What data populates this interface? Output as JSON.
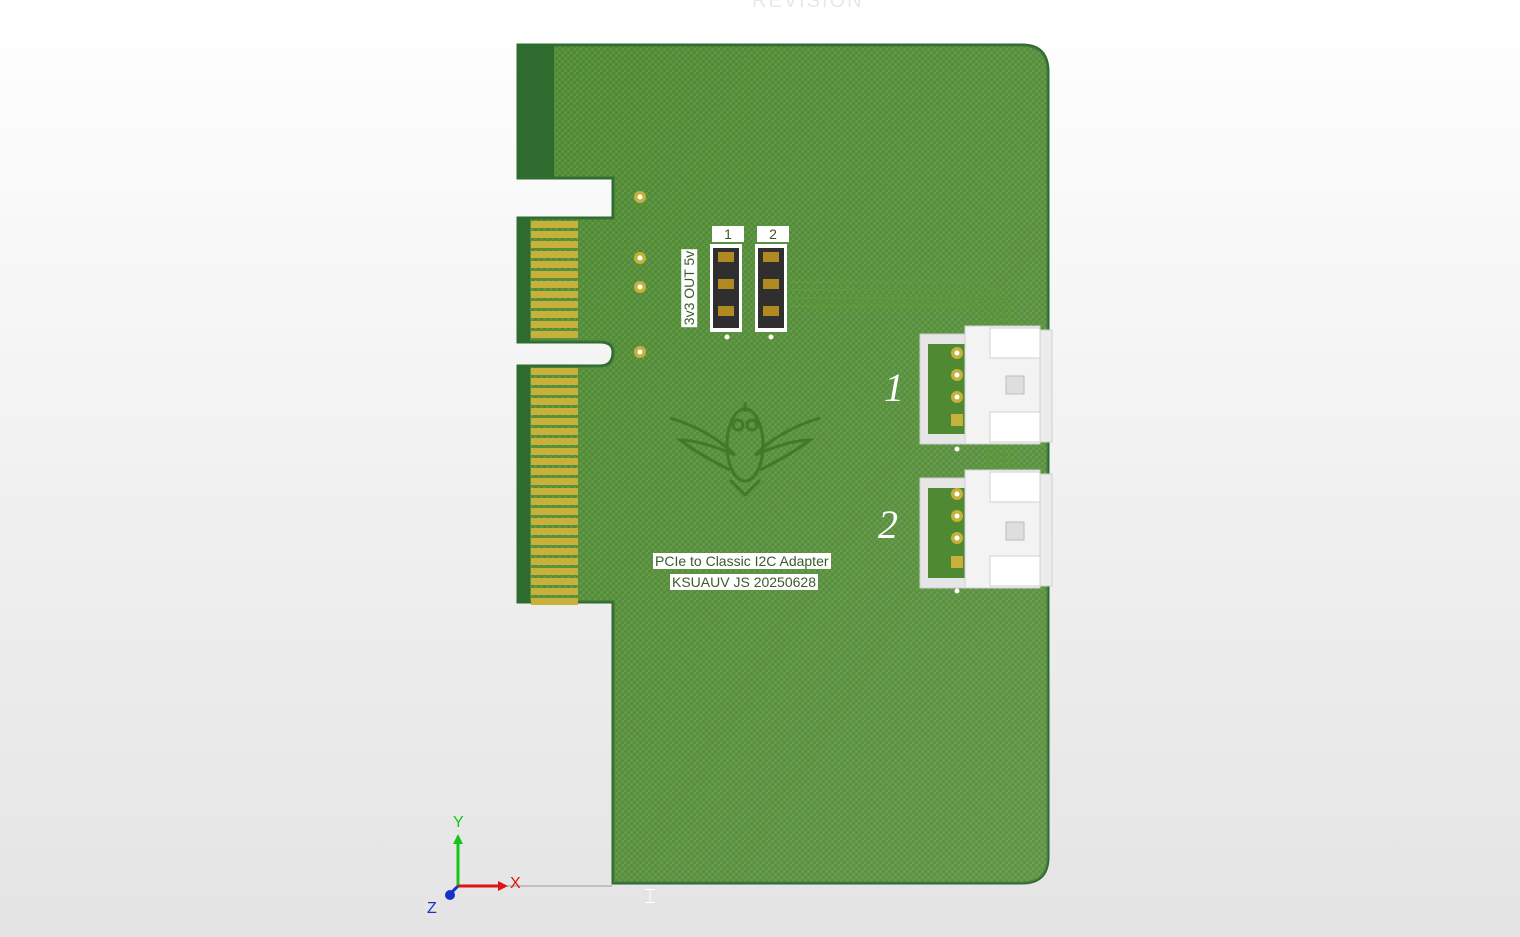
{
  "view": {
    "revision_text": "REVISION",
    "header_labels": [
      "1",
      "2"
    ],
    "vertical_label": "3v3 OUT 5v",
    "connector_labels": [
      "1",
      "2"
    ],
    "board_title": "PCIe to Classic I2C Adapter",
    "board_subtitle": "KSUAUV JS 20250628"
  },
  "axes": {
    "x": "X",
    "y": "Y",
    "z": "Z"
  },
  "colors": {
    "pcb_green": "#4f8a33",
    "pcb_edge": "#2e6b2e",
    "gold_finger": "#c8b13a",
    "axis_x": "#e11414",
    "axis_y": "#16c616",
    "axis_z": "#1830c8"
  },
  "icons": {
    "cursor": "snap-cursor-icon",
    "logo": "owl-logo-icon"
  }
}
